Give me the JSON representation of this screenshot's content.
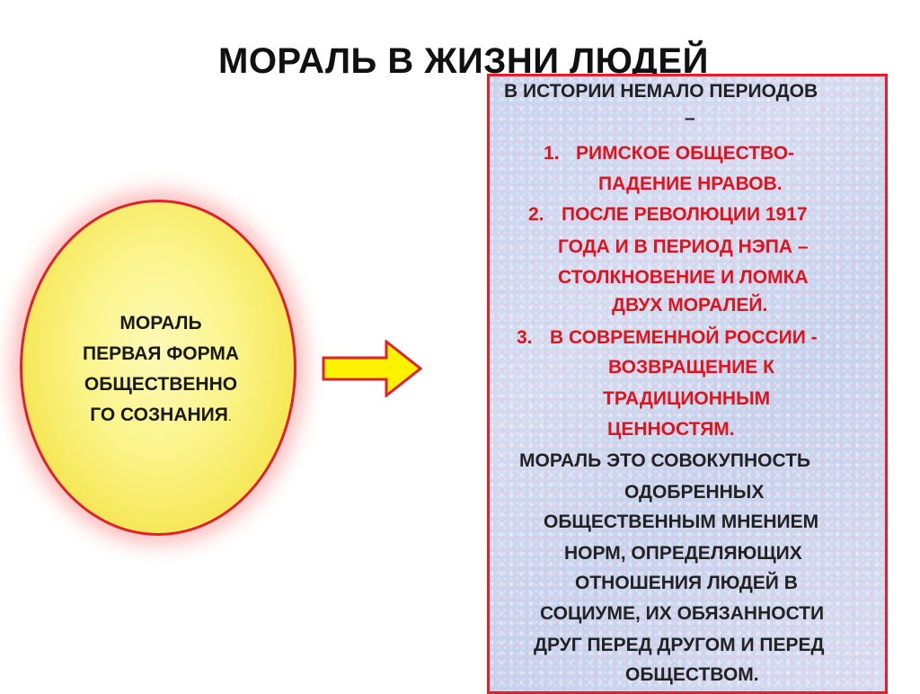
{
  "title": "МОРАЛЬ В ЖИЗНИ ЛЮДЕЙ",
  "ellipse": {
    "lines": [
      "МОРАЛЬ",
      "ПЕРВАЯ ФОРМА",
      "ОБЩЕСТВЕННО",
      "ГО СОЗНАНИЯ"
    ],
    "trailing_dot": "."
  },
  "panel": {
    "intro": [
      "В ИСТОРИИ  НЕМАЛО ПЕРИОДОВ",
      "–"
    ],
    "items": [
      {
        "number": "1.",
        "lines": [
          "РИМСКОЕ  ОБЩЕСТВО-",
          "ПАДЕНИЕ НРАВОВ."
        ]
      },
      {
        "number": "2.",
        "lines": [
          "ПОСЛЕ РЕВОЛЮЦИИ 1917",
          "ГОДА  И В ПЕРИОД НЭПА –",
          "СТОЛКНОВЕНИЕ И ЛОМКА",
          "ДВУХ МОРАЛЕЙ."
        ]
      },
      {
        "number": "3.",
        "lines": [
          "В СОВРЕМЕННОЙ РОССИИ  -",
          "ВОЗВРАЩЕНИЕ  К",
          "ТРАДИЦИОННЫМ",
          "ЦЕННОСТЯМ."
        ]
      }
    ],
    "definition": [
      "МОРАЛЬ  ЭТО СОВОКУПНОСТЬ",
      "ОДОБРЕННЫХ",
      "ОБЩЕСТВЕННЫМ МНЕНИЕМ",
      "НОРМ, ОПРЕДЕЛЯЮЩИХ",
      "ОТНОШЕНИЯ ЛЮДЕЙ В",
      "СОЦИУМЕ, ИХ ОБЯЗАННОСТИ",
      "ДРУГ ПЕРЕД ДРУГОМ  И ПЕРЕД",
      "ОБЩЕСТВОМ."
    ]
  },
  "colors": {
    "accent_red": "#e0212b",
    "ellipse_fill": "#fbf48a",
    "arrow_fill": "#fff200",
    "panel_fill": "#c9d7ee"
  },
  "icons": {
    "arrow": "right-arrow-icon"
  }
}
